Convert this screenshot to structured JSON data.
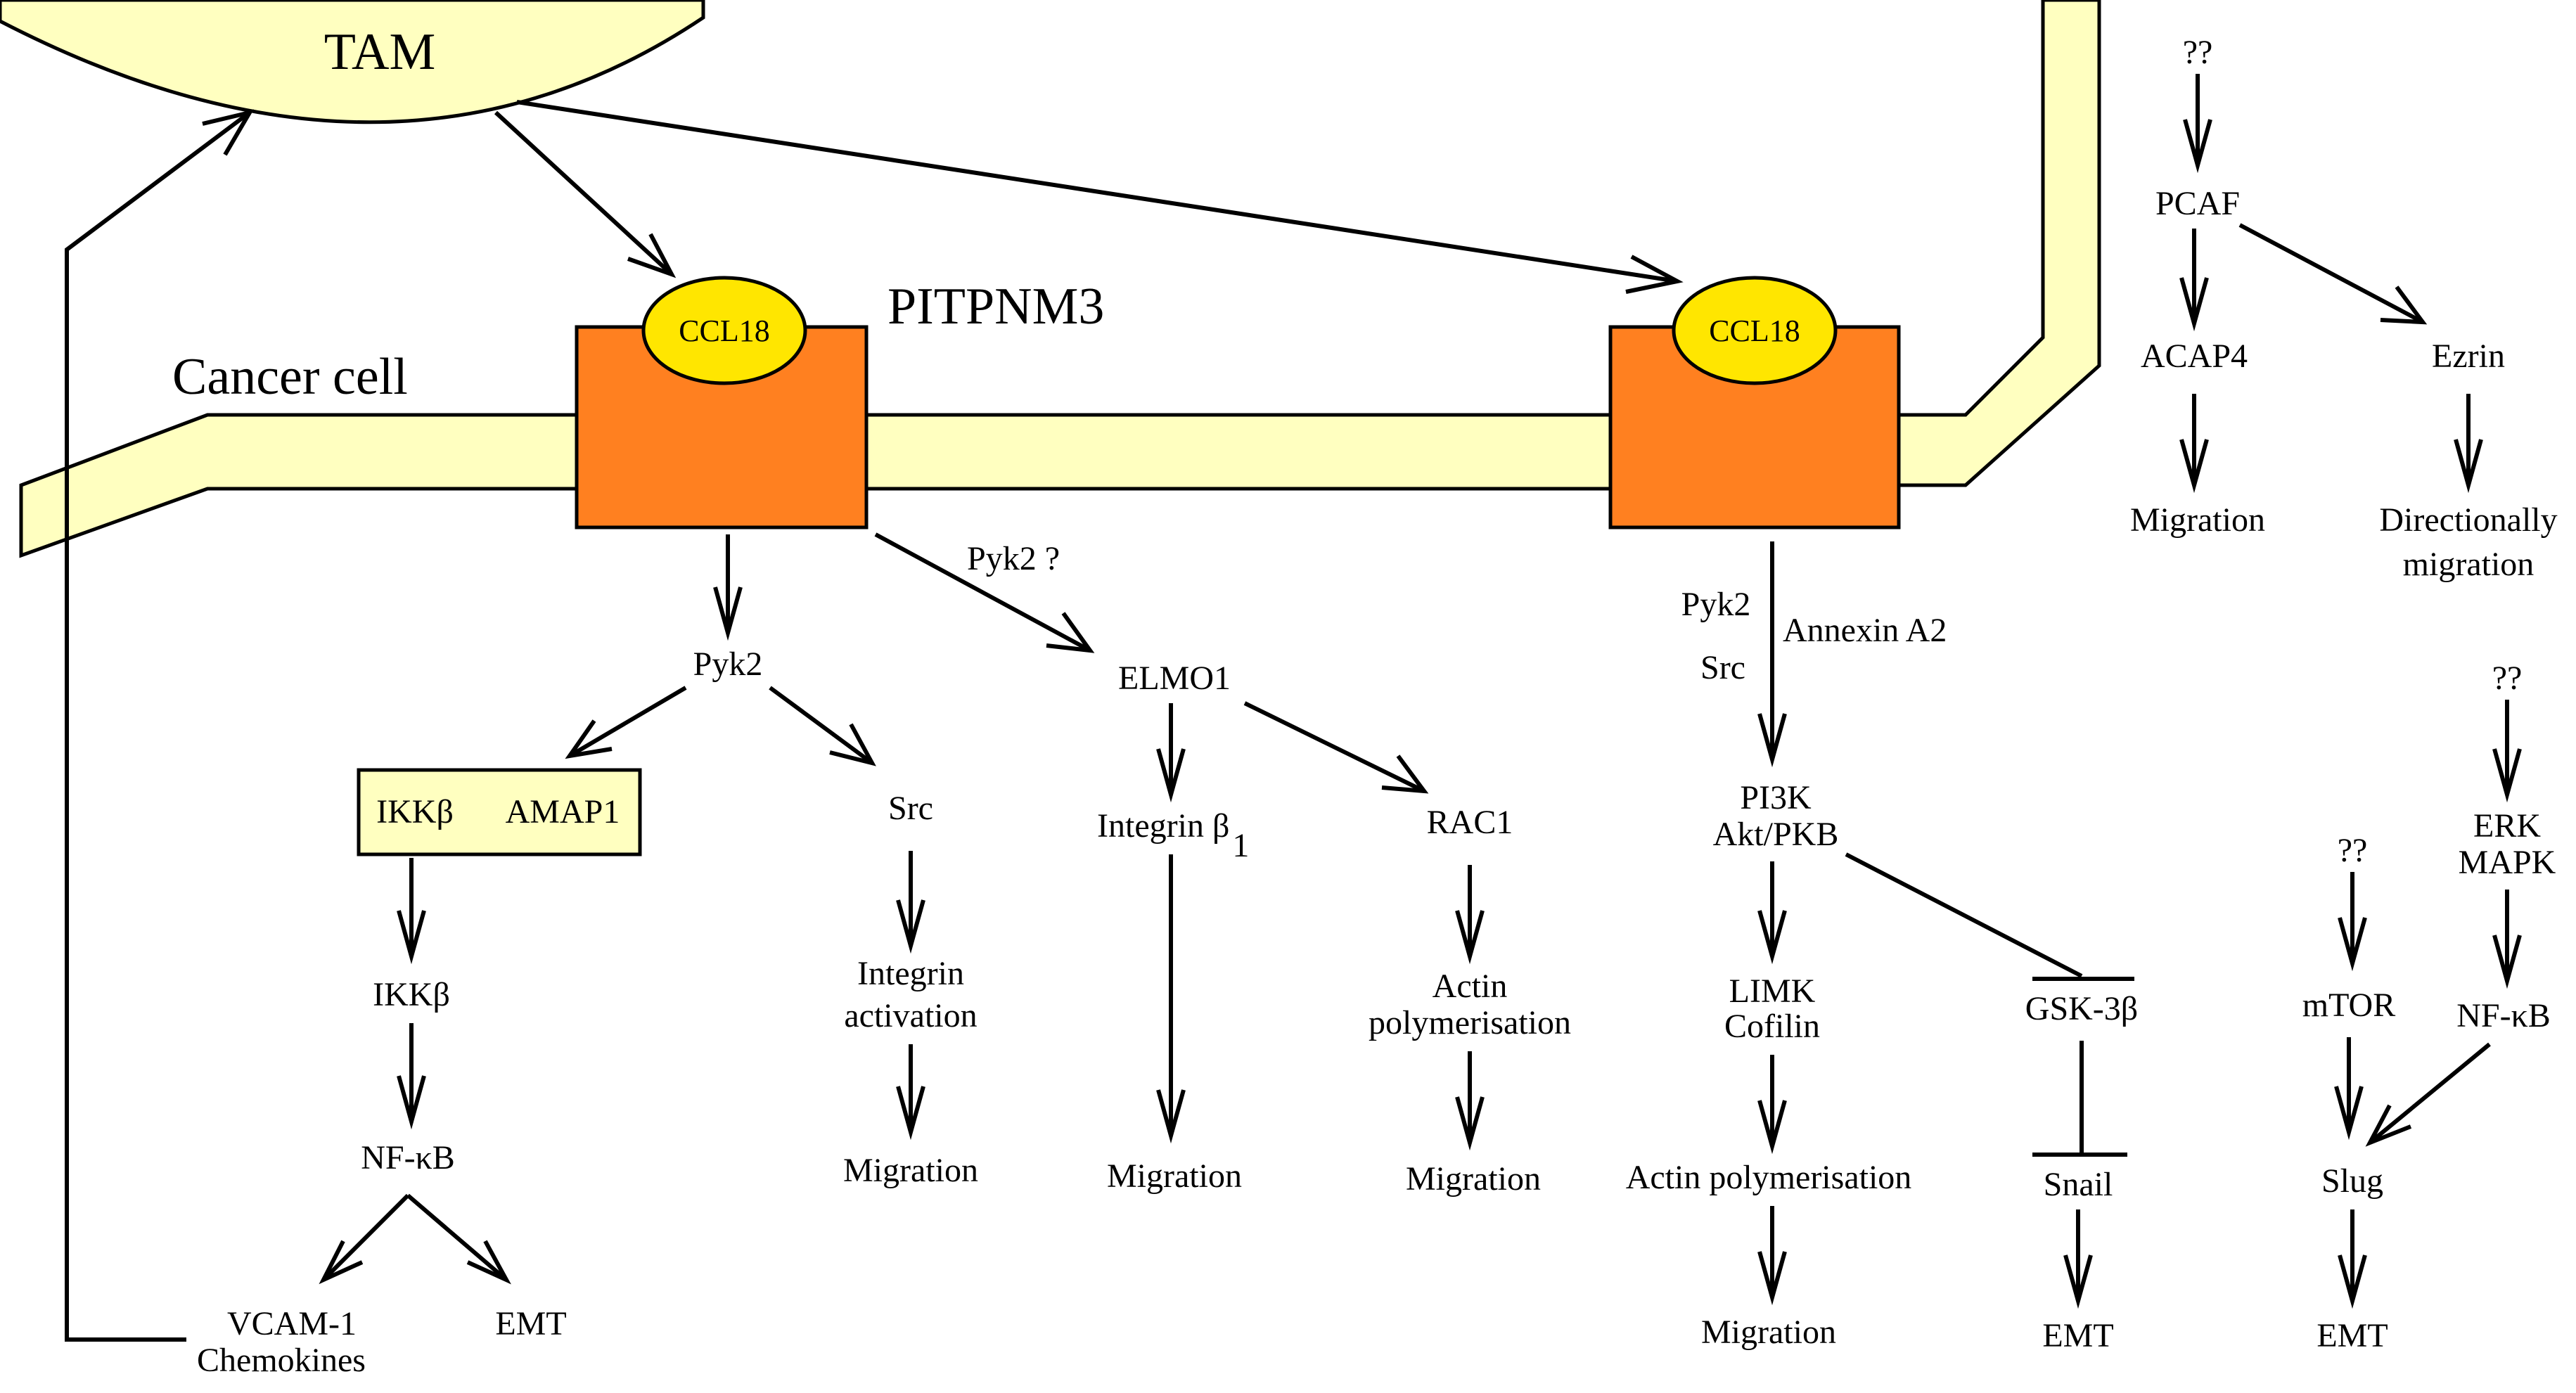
{
  "colors": {
    "membrane": "#ffffc0",
    "receptor": "#ff8020",
    "ligand": "#ffe600",
    "box": "#ffffc0",
    "line": "#000000"
  },
  "cells": {
    "tam": "TAM",
    "cancer": "Cancer cell"
  },
  "receptor": {
    "name": "PITPNM3",
    "ligand_left": "CCL18",
    "ligand_right": "CCL18"
  },
  "pathway_left": {
    "pyk2": "Pyk2",
    "ikkb_box_1": "IKKβ",
    "ikkb_box_2": "AMAP1",
    "ikkb": "IKKβ",
    "nfkb": "NF-κB",
    "vcam": "VCAM-1",
    "chemokines": "Chemokines",
    "emt": "EMT",
    "src": "Src",
    "integrin_act_1": "Integrin",
    "integrin_act_2": "activation",
    "migration_src": "Migration"
  },
  "pathway_elmo": {
    "edge_label": "Pyk2  ?",
    "elmo1": "ELMO1",
    "integrin_b1": "Integrin β",
    "integrin_b1_sub": "1",
    "migration_int": "Migration",
    "rac1": "RAC1",
    "actin_1": "Actin",
    "actin_2": "polymerisation",
    "migration_rac": "Migration"
  },
  "pathway_right": {
    "pyk2": "Pyk2",
    "src": "Src",
    "annexin": "Annexin A2",
    "pi3k": "PI3K",
    "akt": "Akt/PKB",
    "limk": "LIMK",
    "cofilin": "Cofilin",
    "actin_poly": "Actin polymerisation",
    "migration": "Migration",
    "gsk": "GSK-3β",
    "snail": "Snail",
    "emt": "EMT"
  },
  "pathway_pcaf": {
    "unknown": "??",
    "pcaf": "PCAF",
    "acap4": "ACAP4",
    "migration": "Migration",
    "ezrin": "Ezrin",
    "dir_1": "Directionally",
    "dir_2": "migration"
  },
  "pathway_slug": {
    "unknown_mtor": "??",
    "mtor": "mTOR",
    "unknown_erk": "??",
    "erk": "ERK",
    "mapk": "MAPK",
    "nfkb": "NF-κB",
    "slug": "Slug",
    "emt": "EMT"
  }
}
